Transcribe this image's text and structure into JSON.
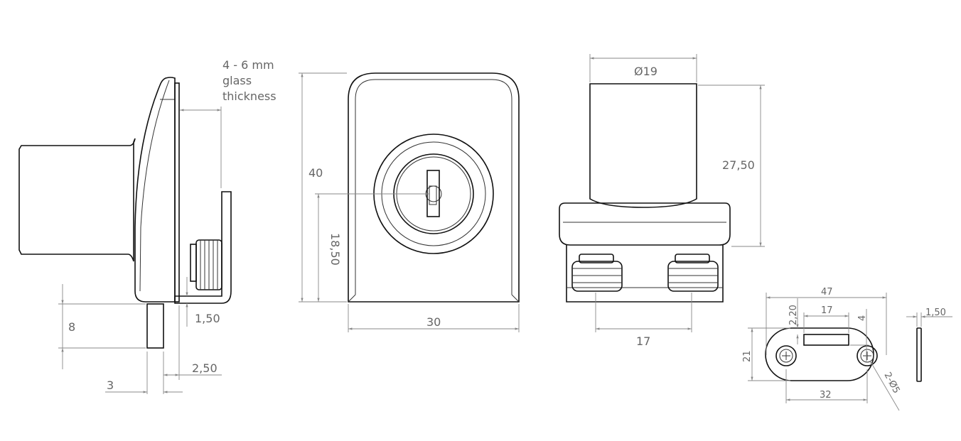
{
  "title": "Glass door cam lock technical drawing",
  "side_view": {
    "glass_note": [
      "4 - 6 mm",
      "glass",
      "thickness"
    ],
    "dims": {
      "pin_length": "8",
      "bracket_thickness": "1,50",
      "offset": "2,50",
      "pin_width": "3"
    }
  },
  "front_view": {
    "dims": {
      "height": "40",
      "key_center_height": "18,50",
      "width": "30"
    }
  },
  "top_view": {
    "dims": {
      "diameter": "Ø19",
      "cylinder_height": "27,50",
      "thread_spacing": "17"
    }
  },
  "strike_plate": {
    "dims": {
      "length": "47",
      "slot_length": "17",
      "slot_offset": "2,20",
      "slot_height": "4",
      "height": "21",
      "hole_spacing": "32",
      "holes": "2-Ø5",
      "thickness": "1,50"
    }
  }
}
